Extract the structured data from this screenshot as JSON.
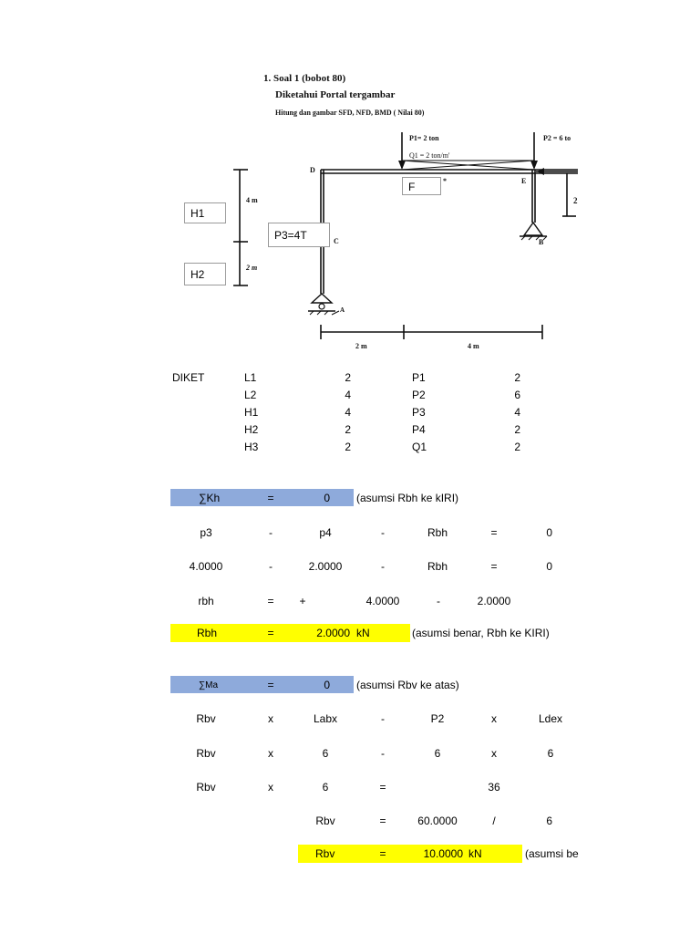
{
  "header": {
    "line1": "1.   Soal 1 (bobot 80)",
    "line2": "Diketahui  Portal tergambar",
    "line3": "Hitung dan gambar SFD, NFD, BMD  ( Nilai 80)"
  },
  "diagram": {
    "p1_label": "P1= 2 ton",
    "q1_label": "Q1 = 2 ton/m'",
    "p2_label": "P2 = 6 to",
    "node_d": "D",
    "node_e": "E",
    "node_c": "C",
    "node_b": "B",
    "node_a": "A",
    "dim_4m_v": "4 m",
    "dim_2m_v": "2 m",
    "dim_right_2": "2",
    "dim_2m_h": "2 m",
    "dim_4m_h": "4 m",
    "star": "*",
    "box_f": "F",
    "box_h1": "H1",
    "box_p3": "P3=4T",
    "box_h2": "H2"
  },
  "diket": {
    "title": "DIKET",
    "rows": [
      {
        "n1": "L1",
        "v1": "2",
        "n2": "P1",
        "v2": "2"
      },
      {
        "n1": "L2",
        "v1": "4",
        "n2": "P2",
        "v2": "6"
      },
      {
        "n1": "H1",
        "v1": "4",
        "n2": "P3",
        "v2": "4"
      },
      {
        "n1": "H2",
        "v1": "2",
        "n2": "P4",
        "v2": "2"
      },
      {
        "n1": "H3",
        "v1": "2",
        "n2": "Q1",
        "v2": "2"
      }
    ]
  },
  "kh": {
    "head": {
      "a": "∑Kh",
      "b": "=",
      "c": "0",
      "note": "(asumsi Rbh ke kIRI)"
    },
    "row1": [
      "p3",
      "-",
      "p4",
      "-",
      "Rbh",
      "=",
      "0"
    ],
    "row2": [
      "4.0000",
      "-",
      "2.0000",
      "-",
      "Rbh",
      "=",
      "0"
    ],
    "row3": [
      "rbh",
      "=",
      "+",
      "4.0000",
      "-",
      "2.0000"
    ],
    "result": {
      "a": "Rbh",
      "b": "=",
      "c": "2.0000",
      "d": "kN",
      "note": "(asumsi benar, Rbh ke KIRI)"
    }
  },
  "ma": {
    "head": {
      "a": "∑Ma",
      "b": "=",
      "c": "0",
      "note": "(asumsi Rbv ke atas)"
    },
    "row1": [
      "Rbv",
      "x",
      "Labx",
      "-",
      "P2",
      "x",
      "Ldex"
    ],
    "row2": [
      "Rbv",
      "x",
      "6",
      "-",
      "6",
      "x",
      "6"
    ],
    "row3": [
      "Rbv",
      "x",
      "6",
      "=",
      "36"
    ],
    "row4": [
      "Rbv",
      "=",
      "60.0000",
      "/",
      "6"
    ],
    "result": {
      "a": "Rbv",
      "b": "=",
      "c": "10.0000",
      "d": "kN",
      "note": "(asumsi be"
    }
  }
}
